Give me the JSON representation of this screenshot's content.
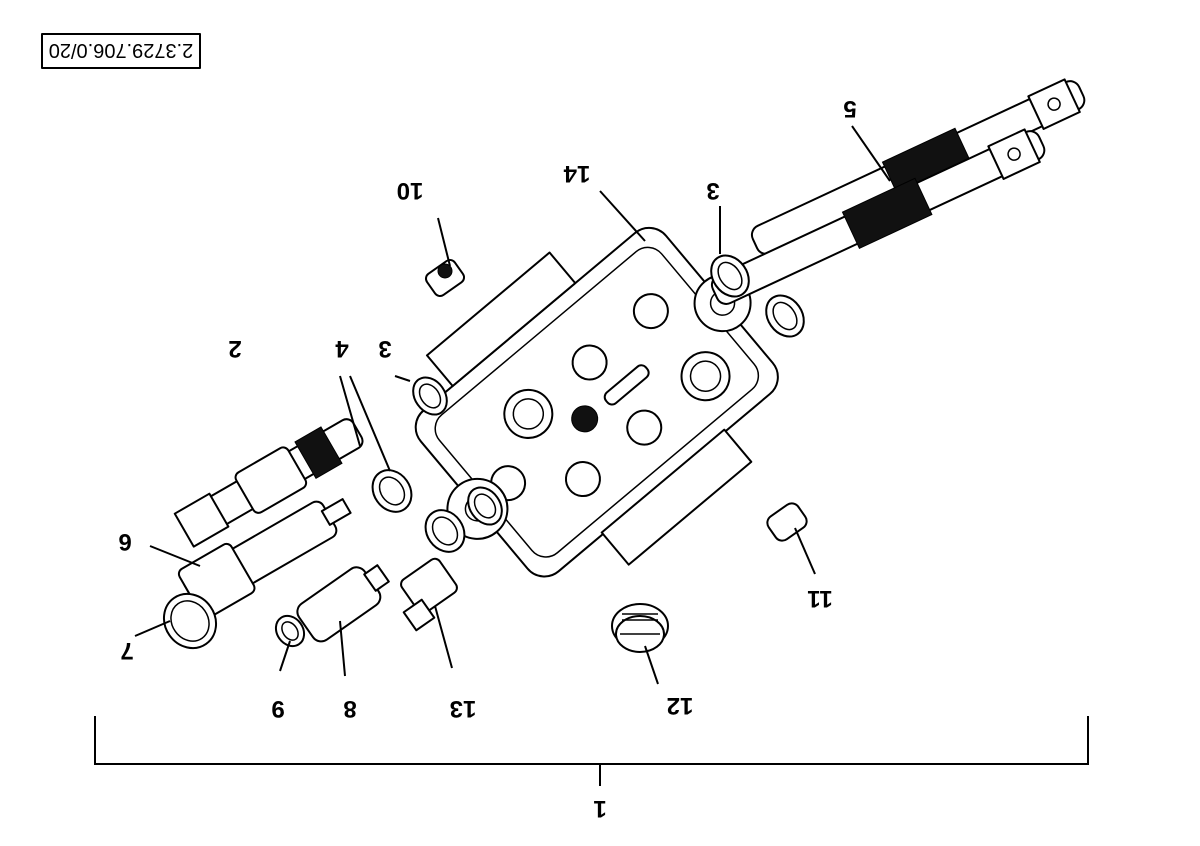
{
  "drawing_number": "2.3729.706.0/20",
  "callouts": {
    "c1": "1",
    "c2": "2",
    "c3a": "3",
    "c3b": "3",
    "c4": "4",
    "c5": "5",
    "c6": "6",
    "c7": "7",
    "c8": "8",
    "c9": "9",
    "c10": "10",
    "c11": "11",
    "c12": "12",
    "c13": "13",
    "c14": "14"
  }
}
